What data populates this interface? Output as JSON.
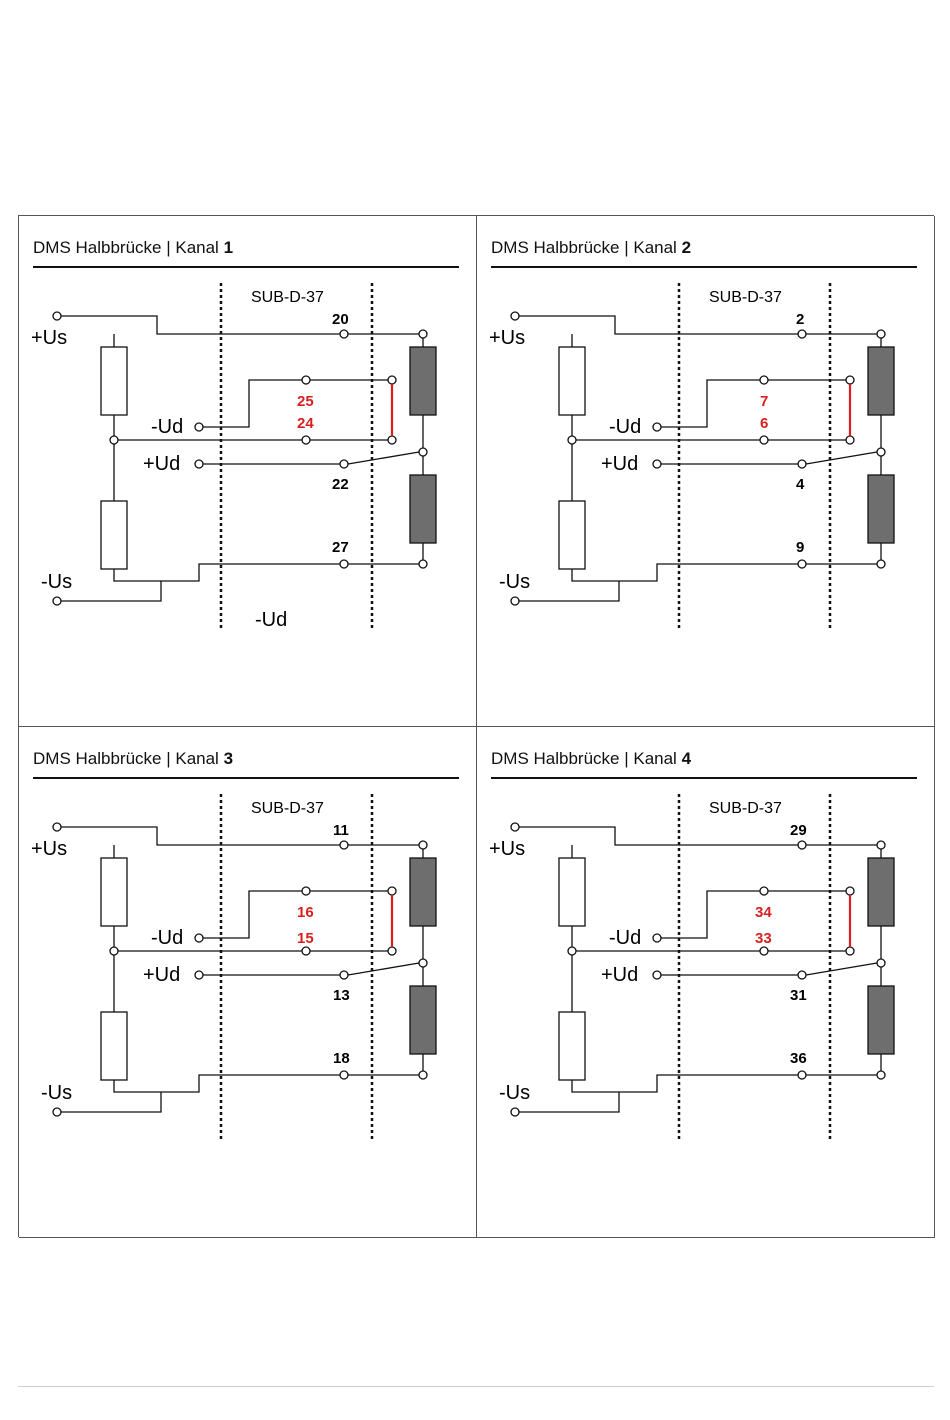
{
  "colors": {
    "accent_red": "#d91f1f",
    "resistor_gray": "#6e6e6e",
    "line": "#111111"
  },
  "labels": {
    "connector": "SUB-D-37",
    "plus_us": "+Us",
    "minus_us": "-Us",
    "minus_ud": "-Ud",
    "plus_ud": "+Ud"
  },
  "panels": [
    {
      "title_prefix": "DMS Halbbrücke | Kanal ",
      "channel": "1",
      "pins": {
        "top": "20",
        "red_upper": "25",
        "red_lower": "24",
        "plus_ud": "22",
        "bottom": "27"
      },
      "extra_label": "-Ud"
    },
    {
      "title_prefix": "DMS Halbbrücke | Kanal ",
      "channel": "2",
      "pins": {
        "top": "2",
        "red_upper": "7",
        "red_lower": "6",
        "plus_ud": "4",
        "bottom": "9"
      }
    },
    {
      "title_prefix": "DMS Halbbrücke | Kanal ",
      "channel": "3",
      "pins": {
        "top": "11",
        "red_upper": "16",
        "red_lower": "15",
        "plus_ud": "13",
        "bottom": "18"
      }
    },
    {
      "title_prefix": "DMS Halbbrücke | Kanal ",
      "channel": "4",
      "pins": {
        "top": "29",
        "red_upper": "34",
        "red_lower": "33",
        "plus_ud": "31",
        "bottom": "36"
      }
    }
  ]
}
